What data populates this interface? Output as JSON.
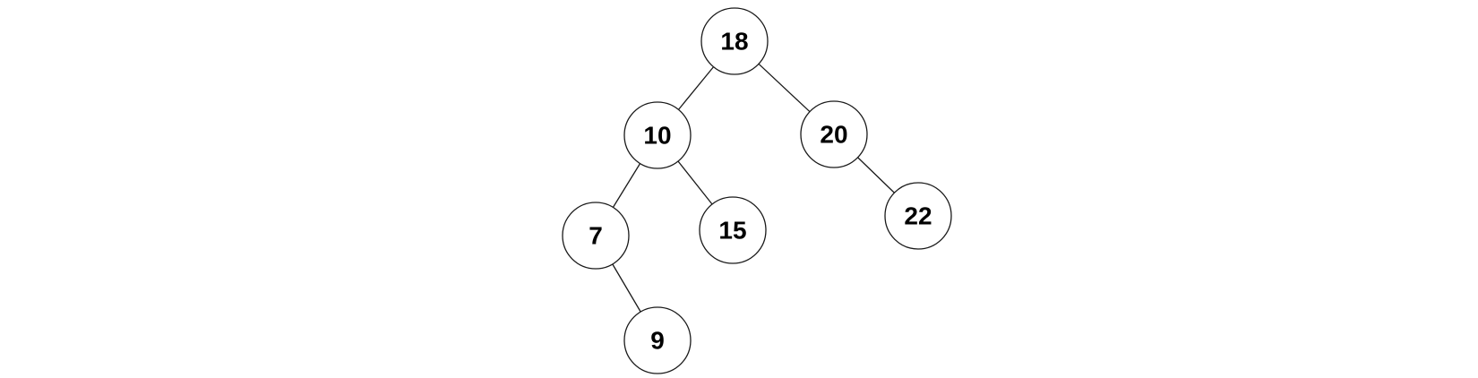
{
  "tree": {
    "nodes": [
      {
        "id": "n18",
        "label": "18"
      },
      {
        "id": "n10",
        "label": "10"
      },
      {
        "id": "n20",
        "label": "20"
      },
      {
        "id": "n7",
        "label": "7"
      },
      {
        "id": "n15",
        "label": "15"
      },
      {
        "id": "n22",
        "label": "22"
      },
      {
        "id": "n9",
        "label": "9"
      }
    ],
    "edges": [
      {
        "from": "n18",
        "to": "n10"
      },
      {
        "from": "n18",
        "to": "n20"
      },
      {
        "from": "n10",
        "to": "n7"
      },
      {
        "from": "n10",
        "to": "n15"
      },
      {
        "from": "n20",
        "to": "n22"
      },
      {
        "from": "n7",
        "to": "n9"
      }
    ]
  },
  "colors": {
    "stroke": "#1a1a1a",
    "fill": "#ffffff",
    "text": "#000000"
  }
}
